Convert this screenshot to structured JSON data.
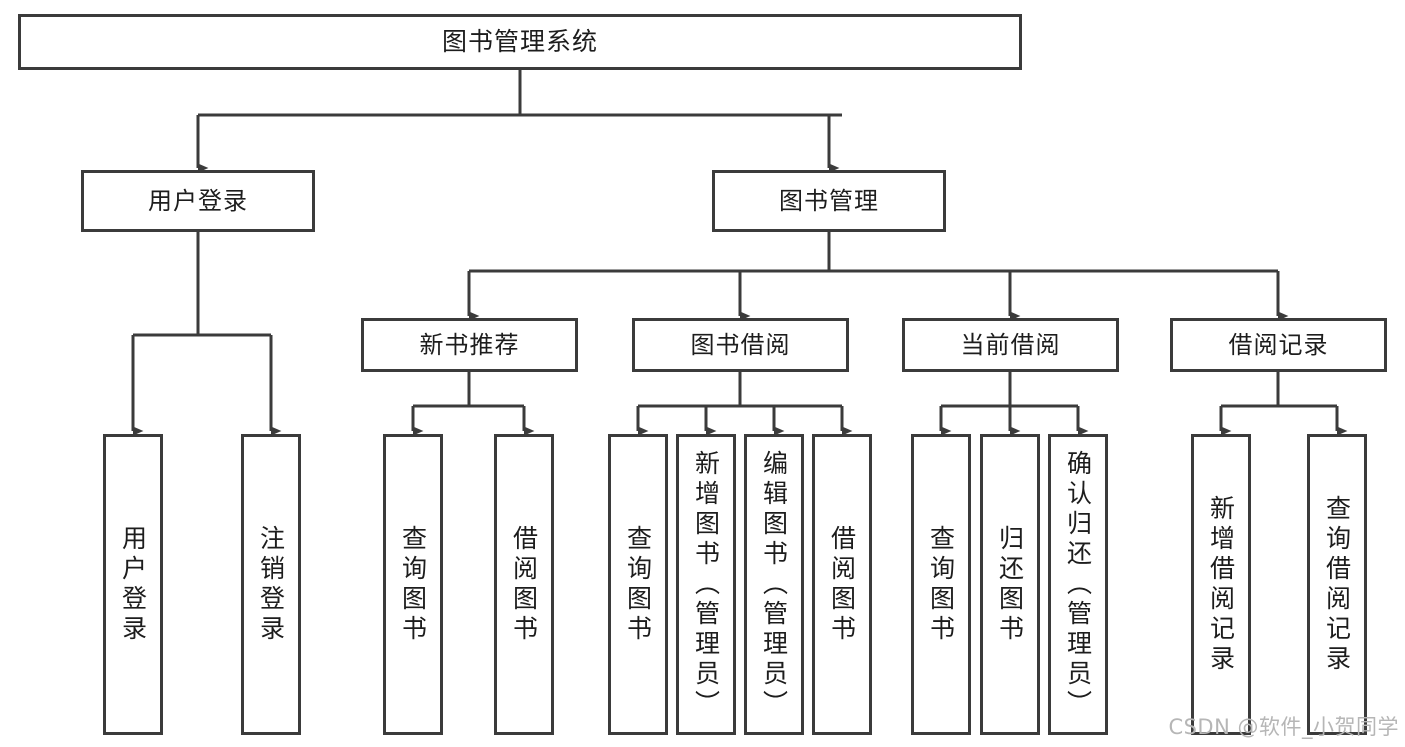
{
  "diagram": {
    "title": "图书管理系统",
    "type": "tree-hierarchy-chart",
    "stroke_color": "#3b3b3b",
    "fill_color": "#ffffff",
    "text_color": "#1d1d1d"
  },
  "nodes": {
    "root": {
      "label": "图书管理系统"
    },
    "level1": [
      {
        "id": "user-login",
        "label": "用户登录"
      },
      {
        "id": "book-manage",
        "label": "图书管理"
      }
    ],
    "level2": [
      {
        "id": "new-book-recommend",
        "label": "新书推荐"
      },
      {
        "id": "book-borrow",
        "label": "图书借阅"
      },
      {
        "id": "current-borrow",
        "label": "当前借阅"
      },
      {
        "id": "borrow-record",
        "label": "借阅记录"
      }
    ],
    "leaves": {
      "user_login": [
        {
          "id": "leaf-user-login",
          "label": "用户登录"
        },
        {
          "id": "leaf-logout-login",
          "label": "注销登录"
        }
      ],
      "new_book_recommend": [
        {
          "id": "leaf-query-book-1",
          "label": "查询图书"
        },
        {
          "id": "leaf-borrow-book-1",
          "label": "借阅图书"
        }
      ],
      "book_borrow": [
        {
          "id": "leaf-query-book-2",
          "label": "查询图书"
        },
        {
          "id": "leaf-add-book",
          "label": "新增图书（管理员）"
        },
        {
          "id": "leaf-edit-book",
          "label": "编辑图书（管理员）"
        },
        {
          "id": "leaf-borrow-book-2",
          "label": "借阅图书"
        }
      ],
      "current_borrow": [
        {
          "id": "leaf-query-book-3",
          "label": "查询图书"
        },
        {
          "id": "leaf-return-book",
          "label": "归还图书"
        },
        {
          "id": "leaf-confirm-return",
          "label": "确认归还（管理员）"
        }
      ],
      "borrow_record": [
        {
          "id": "leaf-add-record",
          "label": "新增借阅记录"
        },
        {
          "id": "leaf-query-record",
          "label": "查询借阅记录"
        }
      ]
    }
  },
  "watermark": {
    "text": "CSDN @软件_小贺同学"
  }
}
